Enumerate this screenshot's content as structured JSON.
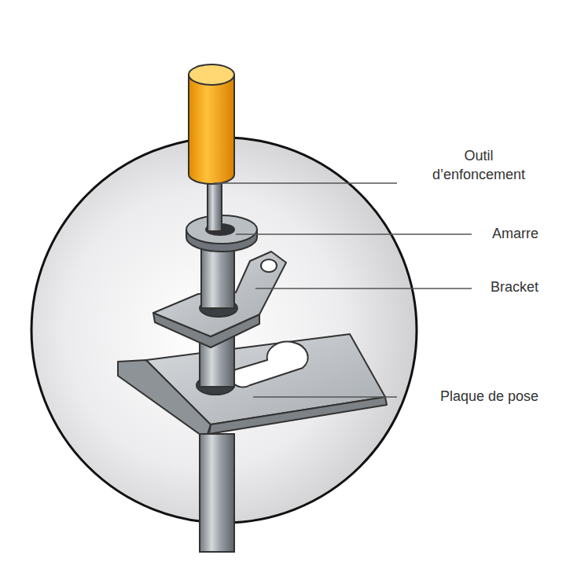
{
  "diagram": {
    "labels": [
      "Outil d’enfoncement",
      "Amarre",
      "Bracket",
      "Plaque de pose"
    ]
  }
}
